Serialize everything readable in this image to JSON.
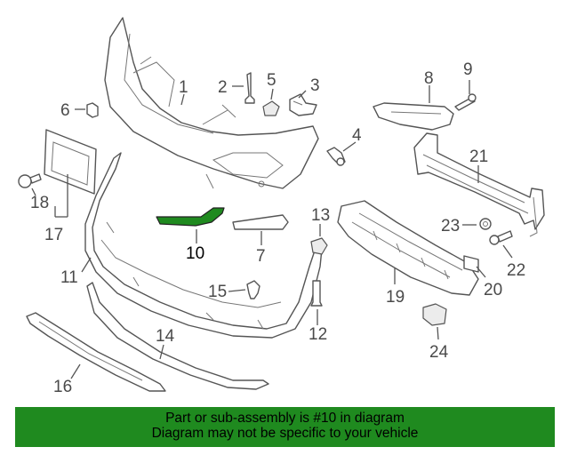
{
  "diagram": {
    "highlight_color": "#1f8a1f",
    "callouts": [
      {
        "id": "1",
        "label": "1"
      },
      {
        "id": "2",
        "label": "2"
      },
      {
        "id": "3",
        "label": "3"
      },
      {
        "id": "4",
        "label": "4"
      },
      {
        "id": "5",
        "label": "5"
      },
      {
        "id": "6",
        "label": "6"
      },
      {
        "id": "7",
        "label": "7"
      },
      {
        "id": "8",
        "label": "8"
      },
      {
        "id": "9",
        "label": "9"
      },
      {
        "id": "10",
        "label": "10",
        "highlighted": true
      },
      {
        "id": "11",
        "label": "11"
      },
      {
        "id": "12",
        "label": "12"
      },
      {
        "id": "13",
        "label": "13"
      },
      {
        "id": "14",
        "label": "14"
      },
      {
        "id": "15",
        "label": "15"
      },
      {
        "id": "16",
        "label": "16"
      },
      {
        "id": "17",
        "label": "17"
      },
      {
        "id": "18",
        "label": "18"
      },
      {
        "id": "19",
        "label": "19"
      },
      {
        "id": "20",
        "label": "20"
      },
      {
        "id": "21",
        "label": "21"
      },
      {
        "id": "22",
        "label": "22"
      },
      {
        "id": "23",
        "label": "23"
      },
      {
        "id": "24",
        "label": "24"
      }
    ]
  },
  "banner": {
    "line1": "Part or sub-assembly is #10 in diagram",
    "line2": "Diagram may not be specific to your vehicle",
    "background": "#1f8a1f"
  }
}
